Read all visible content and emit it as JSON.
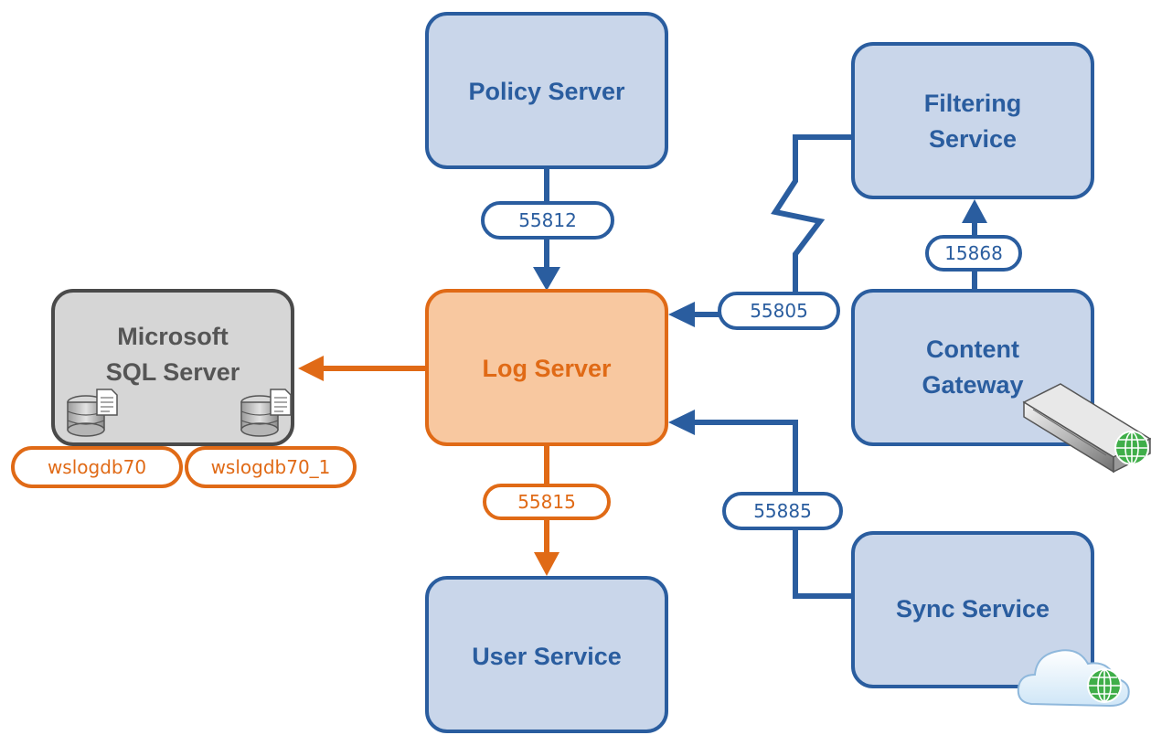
{
  "colors": {
    "blue_stroke": "#2a5d9f",
    "blue_fill": "#c9d6ea",
    "orange_stroke": "#e06a16",
    "orange_fill": "#f8c8a0",
    "gray_stroke": "#4a4a4a",
    "gray_fill": "#d6d6d6",
    "globe_green": "#3fae49"
  },
  "nodes": {
    "policy_server": "Policy Server",
    "filtering_service_line1": "Filtering",
    "filtering_service_line2": "Service",
    "log_server": "Log Server",
    "sql_server_line1": "Microsoft",
    "sql_server_line2": "SQL Server",
    "content_gateway_line1": "Content",
    "content_gateway_line2": "Gateway",
    "user_service": "User Service",
    "sync_service": "Sync Service"
  },
  "ports": {
    "policy_to_log": "55812",
    "content_to_filtering": "15868",
    "filtering_to_log": "55805",
    "log_to_user": "55815",
    "sync_to_log": "55885"
  },
  "databases": {
    "db1": "wslogdb70",
    "db2": "wslogdb70_1"
  },
  "icons": {
    "database": "database-document-icon",
    "appliance": "server-appliance-icon",
    "cloud": "cloud-icon",
    "globe": "globe-icon"
  }
}
